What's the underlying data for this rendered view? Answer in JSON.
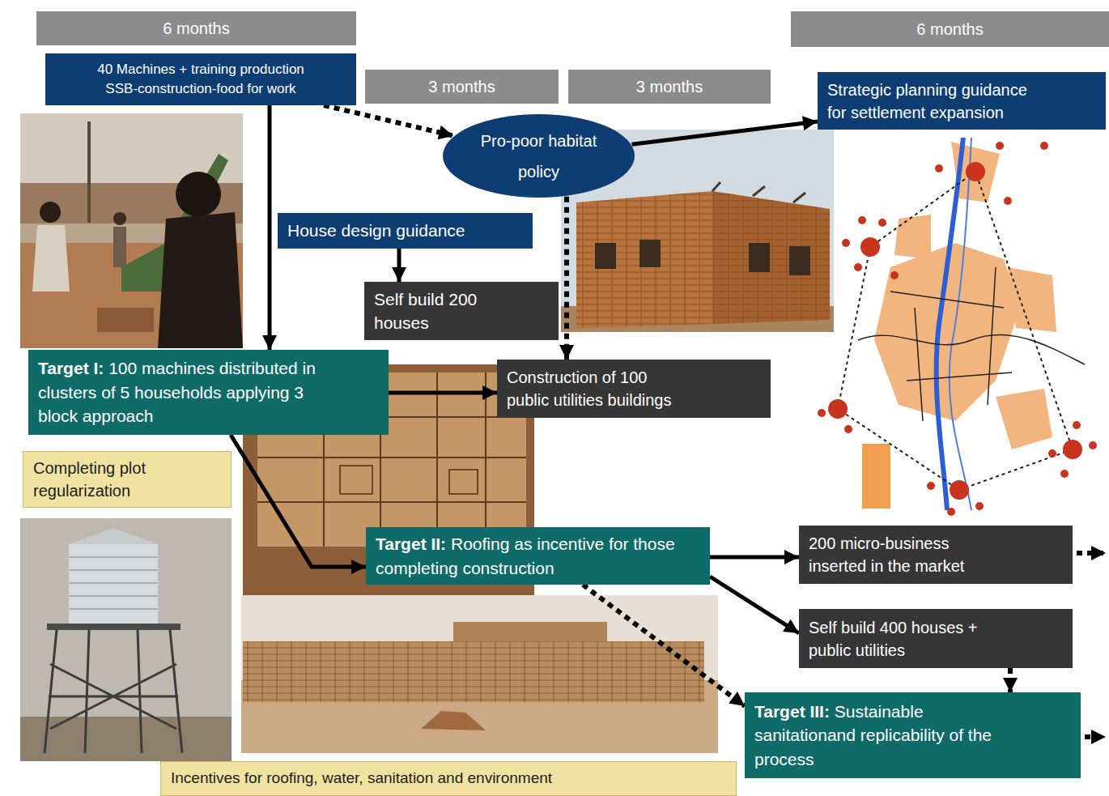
{
  "diagram": {
    "nodes": [
      {
        "text": [
          "6 months"
        ]
      },
      {
        "text": [
          "40 Machines + training production SSB-construction-food for work"
        ]
      },
      {
        "text": [
          "3 months"
        ]
      },
      {
        "text": [
          "3 months"
        ]
      },
      {
        "text": [
          "6 months"
        ]
      },
      {
        "text": [
          "Strategic planning guidance for settlement expansion"
        ]
      },
      {
        "text": [
          "Pro-poor habitat policy"
        ]
      },
      {
        "text": [
          "House design guidance"
        ]
      },
      {
        "text": [
          "Self build 200 houses"
        ]
      },
      {
        "text": [
          "Target I:",
          "100 machines distributed in clusters of 5 households applying 3 block approach"
        ]
      },
      {
        "text": [
          "Construction of 100 public utilities buildings"
        ]
      },
      {
        "text": [
          "Completing plot regularization"
        ]
      },
      {
        "text": [
          "Target II:",
          "Roofing as incentive for those completing construction"
        ]
      },
      {
        "text": [
          "200 micro-business inserted in the market"
        ]
      },
      {
        "text": [
          "Self build 400 houses + public utilities"
        ]
      },
      {
        "text": [
          "Target III:",
          "Sustainable sanitationand replicability of the process"
        ]
      },
      {
        "text": [
          "Incentives for roofing, water, sanitation and environment"
        ]
      }
    ],
    "edges": [
      {
        "from": 1,
        "to": 9,
        "arrow": "to"
      },
      {
        "from": 1,
        "to": 6,
        "arrow": "to"
      },
      {
        "from": 6,
        "to": 5,
        "arrow": "to"
      },
      {
        "from": 7,
        "to": 8,
        "arrow": "to"
      },
      {
        "from": 6,
        "to": 10,
        "arrow": "to"
      },
      {
        "from": 9,
        "to": 10,
        "arrow": "to"
      },
      {
        "from": 9,
        "to": 12,
        "arrow": "to"
      },
      {
        "from": 12,
        "to": 13,
        "arrow": "to"
      },
      {
        "from": 12,
        "to": 14,
        "arrow": "to"
      },
      {
        "from": 12,
        "to": 15,
        "arrow": "to"
      },
      {
        "from": 14,
        "to": 15,
        "arrow": "to"
      }
    ]
  }
}
